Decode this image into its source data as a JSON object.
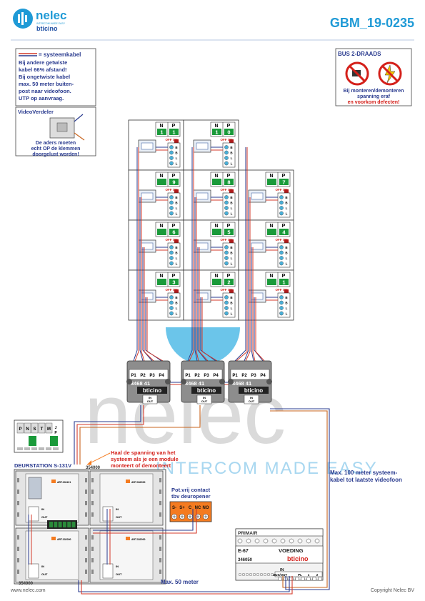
{
  "header": {
    "brand_name": "nelec",
    "brand_tagline": "INTERCOM MADE EASY",
    "brand_partner": "bticino",
    "doc_code": "GBM_19-0235"
  },
  "cable_note": {
    "legend": "= systeemkabel",
    "lines": [
      "Bij andere getwiste",
      "kabel 66% afstand!",
      "Bij ongetwiste kabel",
      "max. 50 meter buiten-",
      "post naar videofoon.",
      "UTP op aanvraag."
    ]
  },
  "bus_note": {
    "title": "BUS 2-DRAADS",
    "lines": [
      "Bij monteren/demonteren",
      "spanning eraf",
      "en voorkom defecten!"
    ]
  },
  "verdeler_note": {
    "title": "VideoVerdeler",
    "lines": [
      "De aders moeten",
      "echt OP de klemmen",
      "doorgelust worden!"
    ]
  },
  "grid": {
    "units": [
      {
        "row": 0,
        "col": 0,
        "n": "1",
        "p": "1"
      },
      {
        "row": 0,
        "col": 1,
        "n": "1",
        "p": "0"
      },
      {
        "row": 1,
        "col": 0,
        "n": "",
        "p": "9"
      },
      {
        "row": 1,
        "col": 1,
        "n": "",
        "p": "8"
      },
      {
        "row": 1,
        "col": 2,
        "n": "",
        "p": "7"
      },
      {
        "row": 2,
        "col": 0,
        "n": "",
        "p": "6"
      },
      {
        "row": 2,
        "col": 1,
        "n": "",
        "p": "5"
      },
      {
        "row": 2,
        "col": 2,
        "n": "",
        "p": "4"
      },
      {
        "row": 3,
        "col": 0,
        "n": "",
        "p": "3"
      },
      {
        "row": 3,
        "col": 1,
        "n": "",
        "p": "2"
      },
      {
        "row": 3,
        "col": 2,
        "n": "",
        "p": "1"
      }
    ],
    "labels": {
      "n": "N",
      "p": "P",
      "offon": "OFF ON",
      "terminals": [
        "B",
        "B",
        "L",
        "L"
      ]
    }
  },
  "distributors": {
    "model": "3468 41",
    "ports": [
      "P1",
      "P2",
      "P3",
      "P4"
    ],
    "brand": "bticino",
    "in_label": "IN",
    "out_label": "OUT",
    "count": 3
  },
  "door_station": {
    "title": "DEURSTATION S-131V",
    "module_codes": [
      "ART.331101",
      "ART.332000",
      "ART.332000",
      "ART.332000"
    ],
    "keypad_terminals": [
      "P",
      "N",
      "S",
      "T",
      "M"
    ],
    "jp": [
      "J",
      "P"
    ],
    "bottom_label": "354000",
    "top_label": "354000",
    "in_label": "IN",
    "out_label": "OUT"
  },
  "notes": {
    "voltage_warning": [
      "Haal de spanning van het",
      "systeem als je een module",
      "monteert of demonteert"
    ],
    "contact_title": [
      "Pot.vrij contact",
      "tbv deuropener"
    ],
    "contact_terminals": [
      "S-",
      "S+",
      "C",
      "NC",
      "NO"
    ],
    "max100": [
      "Max. 100 meter systeem-",
      "kabel tot laatste videofoon"
    ],
    "max50": "Max. 50 meter"
  },
  "power_supply": {
    "primair": "PRIMAIR",
    "model": "E-67",
    "name": "VOEDING",
    "part": "346050",
    "brand": "bticino",
    "in_label": "IN",
    "ports": [
      "BUS/OUT",
      "PL",
      "1",
      "2"
    ]
  },
  "footer": {
    "left": "www.nelec.com",
    "right": "Copyright Nelec BV"
  },
  "colors": {
    "brand_blue": "#1f9ad6",
    "cable_blue": "#2a3b8f",
    "cable_red": "#d43a2a",
    "cable_orange": "#c8641e",
    "green": "#1a9a3a",
    "orange": "#f47b20",
    "warn_red": "#d4201a",
    "grid_line": "#333333"
  }
}
